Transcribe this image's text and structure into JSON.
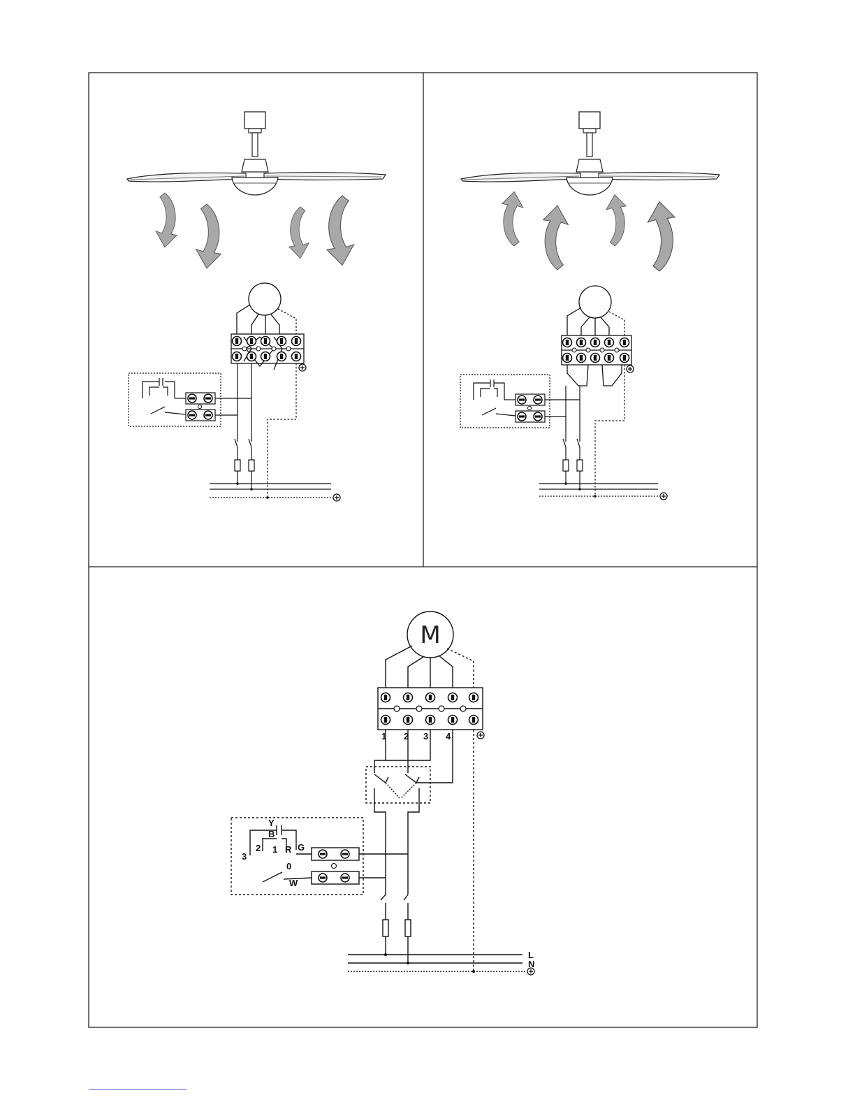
{
  "diagram": {
    "motor_label": "M",
    "terminal_numbers": [
      "1",
      "2",
      "3",
      "4"
    ],
    "control_labels": [
      "Y",
      "B",
      "3",
      "2",
      "1",
      "R",
      "G",
      "0",
      "W"
    ],
    "line_labels": [
      "L",
      "N"
    ]
  }
}
